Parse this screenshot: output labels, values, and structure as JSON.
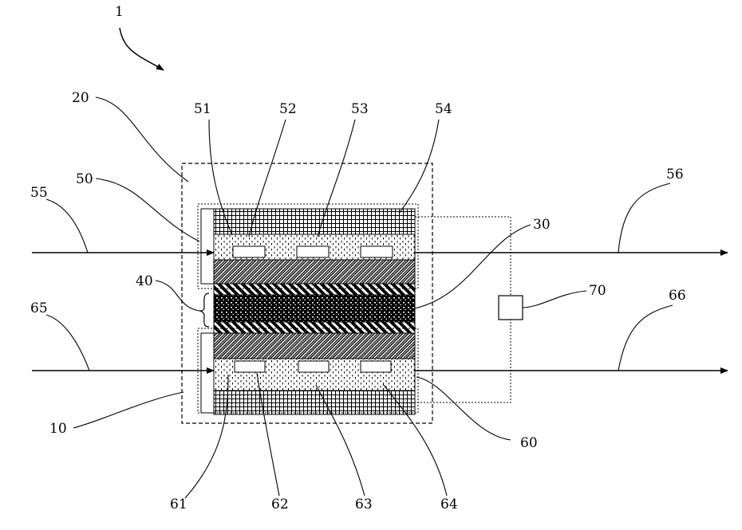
{
  "figure": {
    "assembly_ref": "1",
    "labels": {
      "l20": "20",
      "l51": "51",
      "l52": "52",
      "l53": "53",
      "l54": "54",
      "l50": "50",
      "l55": "55",
      "l56": "56",
      "l30": "30",
      "l40": "40",
      "l70": "70",
      "l65": "65",
      "l66": "66",
      "l10": "10",
      "l60": "60",
      "l61": "61",
      "l62": "62",
      "l63": "63",
      "l64": "64"
    }
  }
}
